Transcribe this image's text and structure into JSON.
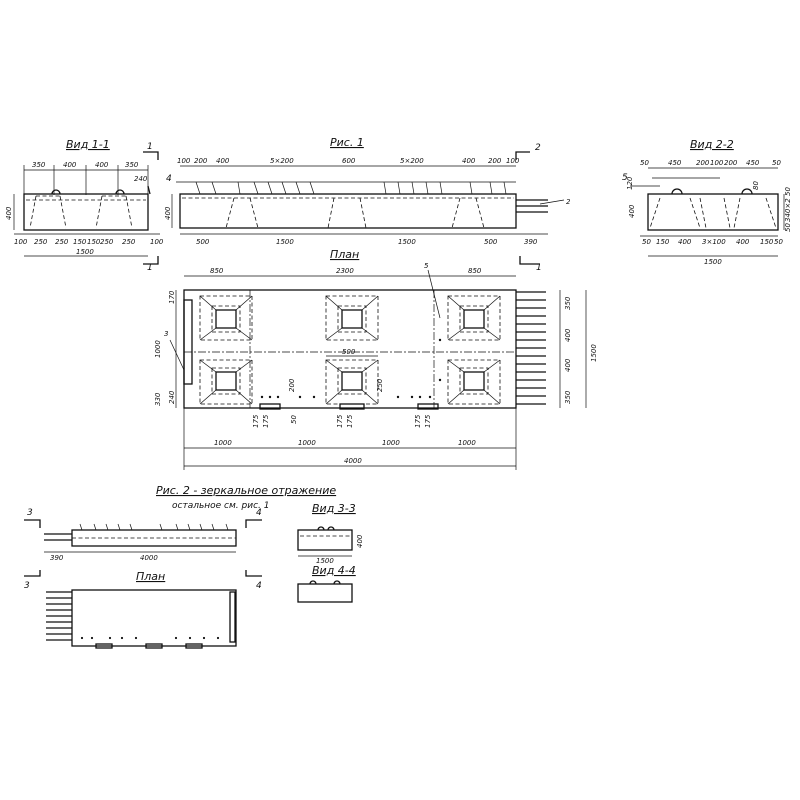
{
  "titles": {
    "vid11": "Вид 1-1",
    "ris1": "Рис. 1",
    "vid22": "Вид 2-2",
    "plan_main": "План",
    "ris2_line1": "Рис. 2 - зеркальное отражение",
    "ris2_line2": "остальное см. рис. 1",
    "vid33": "Вид 3-3",
    "vid44": "Вид 4-4",
    "plan_small": "План"
  },
  "section_marks": {
    "one": "1",
    "two": "2",
    "three": "3",
    "four": "4",
    "five": "5"
  },
  "vid11_dims": {
    "top": [
      "350",
      "400",
      "400",
      "350"
    ],
    "side_top": "240",
    "left_height": "400",
    "bottom": [
      "100",
      "250",
      "250",
      "150",
      "150",
      "250",
      "250",
      "100"
    ],
    "total": "1500"
  },
  "ris1_dims": {
    "top": [
      "100",
      "200",
      "400",
      "5×200",
      "600",
      "5×200",
      "400",
      "200",
      "100"
    ],
    "left_height": "400",
    "bottom": [
      "500",
      "1500",
      "1500",
      "500",
      "390"
    ]
  },
  "vid22_dims": {
    "top": [
      "50",
      "450",
      "200",
      "100",
      "200",
      "450",
      "50"
    ],
    "left": [
      "120",
      "400"
    ],
    "right": [
      "50",
      "340×2",
      "50"
    ],
    "inner": "80",
    "bottom": [
      "50",
      "150",
      "400",
      "3×100",
      "400",
      "150",
      "50"
    ],
    "total": "1500"
  },
  "plan_dims": {
    "top": [
      "850",
      "2300",
      "850"
    ],
    "left": [
      "170",
      "1000",
      "330",
      "240"
    ],
    "right": [
      "350",
      "400",
      "400",
      "350"
    ],
    "right_total": "1500",
    "inner": [
      "500",
      "250",
      "200",
      "50"
    ],
    "small": [
      "175",
      "175",
      "175",
      "175",
      "175",
      "175"
    ],
    "bottom": [
      "1000",
      "1000",
      "1000",
      "1000"
    ],
    "total": "4000"
  },
  "ris2_dims": {
    "left": "390",
    "length": "4000"
  },
  "vid33_dims": {
    "width": "1500",
    "height": "400"
  }
}
